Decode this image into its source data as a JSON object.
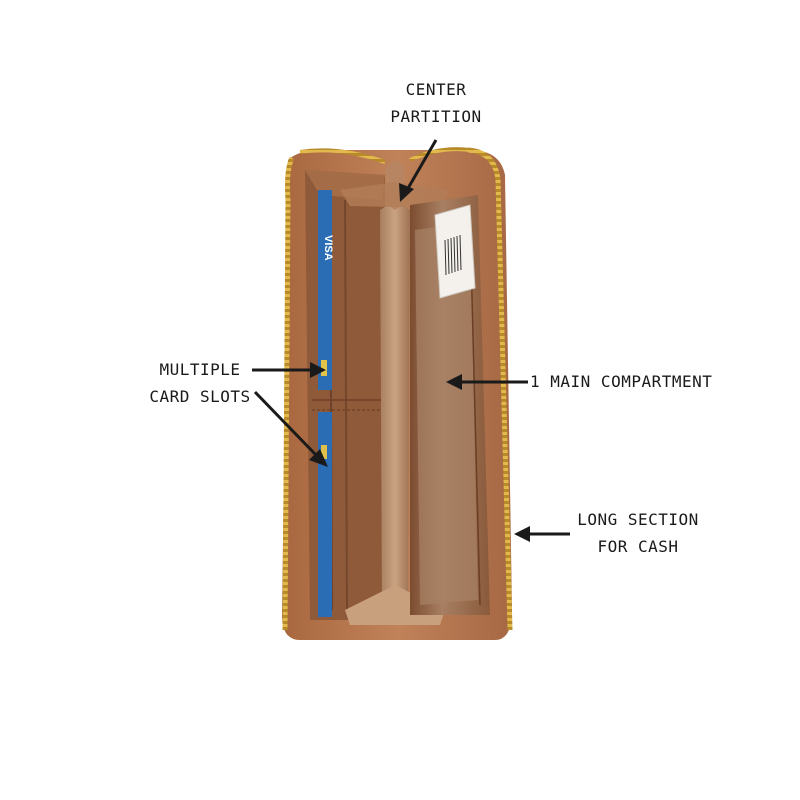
{
  "labels": {
    "center_partition": {
      "line1": "CENTER",
      "line2": "PARTITION"
    },
    "card_slots": {
      "line1": "MULTIPLE",
      "line2": "CARD SLOTS"
    },
    "main_compartment": {
      "text": "1 MAIN COMPARTMENT"
    },
    "cash_section": {
      "line1": "LONG SECTION",
      "line2": "FOR CASH"
    }
  },
  "card_brand": "VISA",
  "colors": {
    "background": "#ffffff",
    "leather_outer": "#b9774f",
    "leather_inner": "#8d5a3a",
    "partition": "#c39a78",
    "zipper": "#d4a53a",
    "card_blue": "#2a6db5",
    "arrow": "#1a1a1a"
  }
}
